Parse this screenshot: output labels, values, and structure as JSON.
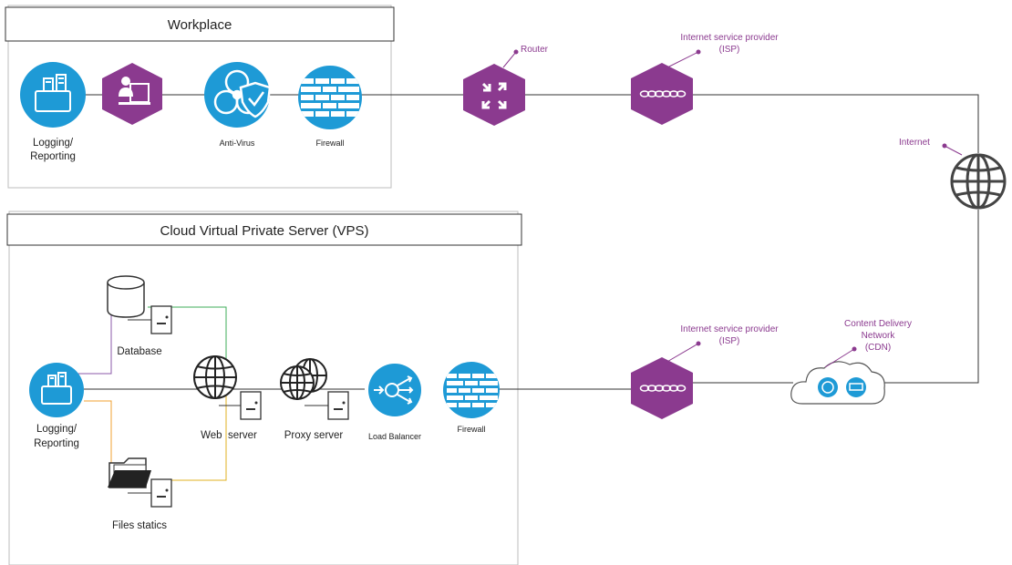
{
  "groups": {
    "workplace": "Workplace",
    "vps": "Cloud Virtual Private Server (VPS)"
  },
  "workplace": {
    "logging_line1": "Logging/",
    "logging_line2": "Reporting",
    "antivirus": "Anti-Virus",
    "firewall": "Firewall"
  },
  "network": {
    "router": "Router",
    "isp_top_line1": "Internet service provider",
    "isp_top_line2": "(ISP)",
    "internet": "Internet",
    "isp_bottom_line1": "Internet service provider",
    "isp_bottom_line2": "(ISP)",
    "cdn_line1": "Content Delivery",
    "cdn_line2": "Network",
    "cdn_line3": "(CDN)"
  },
  "vps": {
    "database": "Database",
    "logging_line1": "Logging/",
    "logging_line2": "Reporting",
    "web_server": "Web  server",
    "proxy_server": "Proxy server",
    "load_balancer": "Load Balancer",
    "firewall": "Firewall",
    "files_statics": "Files statics"
  },
  "colors": {
    "blue": "#1e9ad6",
    "purple": "#8b3a8f",
    "link_green": "#3fae5a",
    "link_purple": "#8b5aa8",
    "link_orange": "#f0a030",
    "link_gold": "#e0b020"
  }
}
